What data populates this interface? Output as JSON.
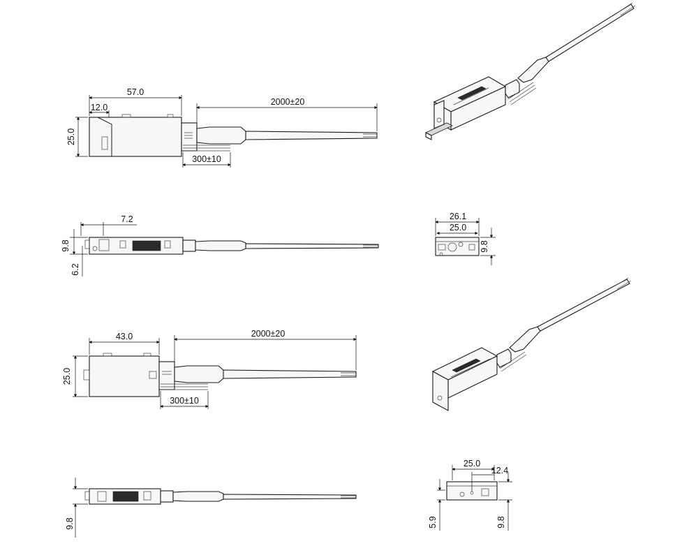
{
  "views": {
    "side_view_57": {
      "length_total": "57.0",
      "length_front": "12.0",
      "height": "25.0",
      "cable_length": "2000±20",
      "lead_length": "300±10"
    },
    "top_view_57": {
      "offset": "7.2",
      "width": "9.8",
      "lower": "6.2"
    },
    "end_view_57": {
      "outer_width": "26.1",
      "inner_width": "25.0",
      "thickness": "9.8"
    },
    "side_view_43": {
      "length_total": "43.0",
      "height": "25.0",
      "cable_length": "2000±20",
      "lead_length": "300±10"
    },
    "top_view_43": {
      "width": "9.8"
    },
    "end_view_43": {
      "width": "25.0",
      "offset": "12.4",
      "lower": "5.9",
      "thickness": "9.8"
    }
  }
}
